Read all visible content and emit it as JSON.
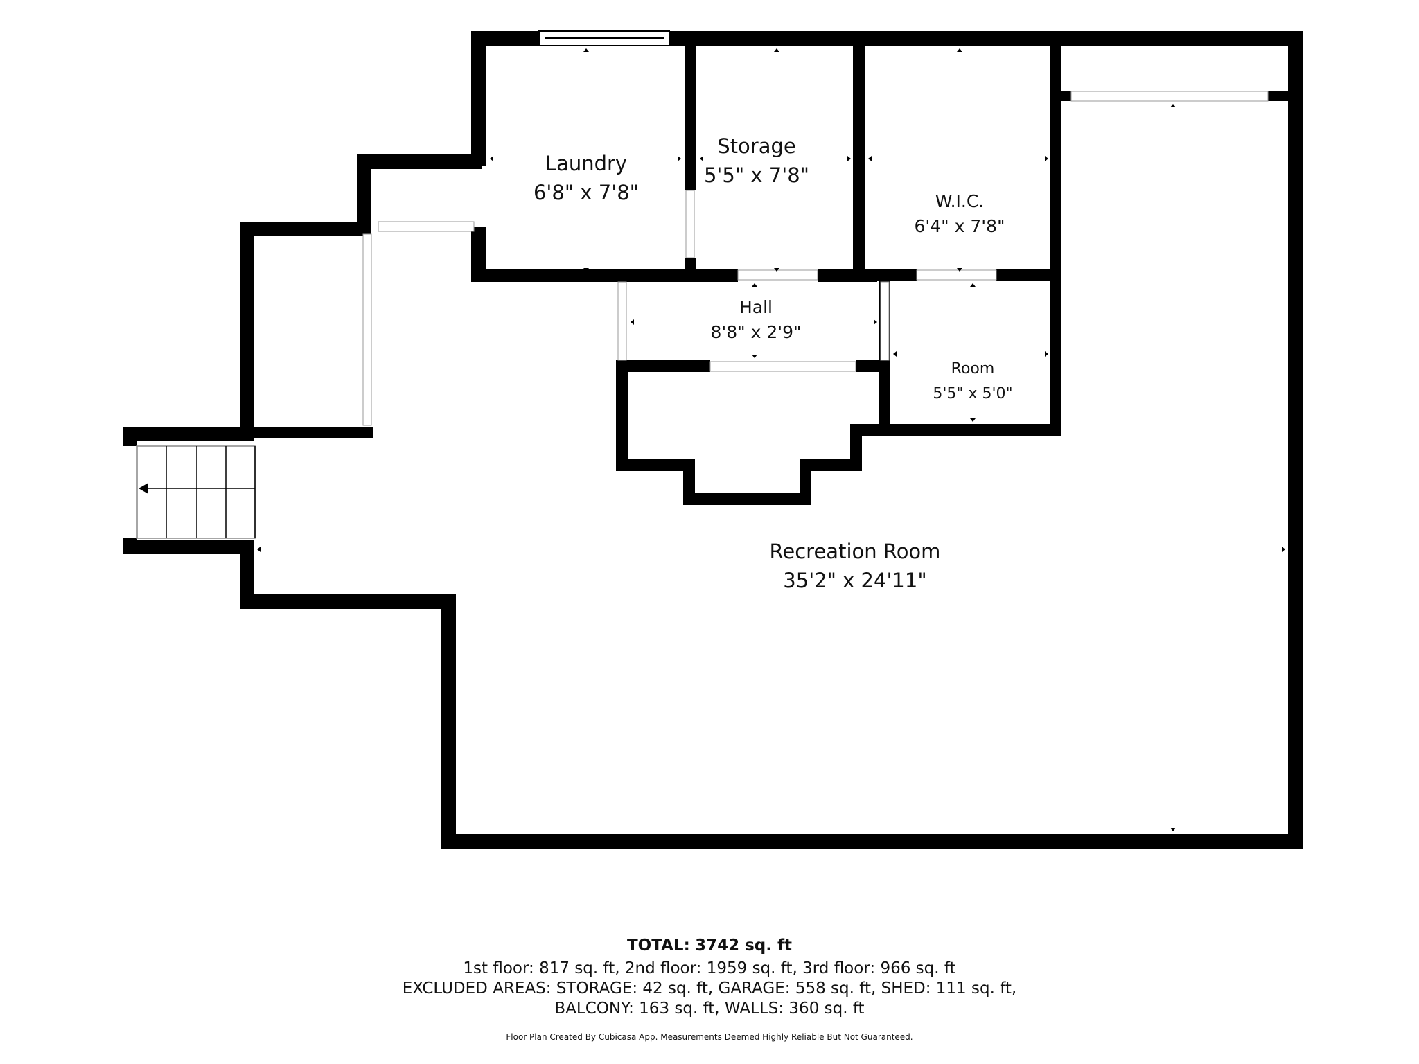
{
  "rooms": {
    "laundry": {
      "name": "Laundry",
      "dims": "6'8\" x 7'8\""
    },
    "storage": {
      "name": "Storage",
      "dims": "5'5\" x 7'8\""
    },
    "wic": {
      "name": "W.I.C.",
      "dims": "6'4\" x 7'8\""
    },
    "hall": {
      "name": "Hall",
      "dims": "8'8\" x 2'9\""
    },
    "room": {
      "name": "Room",
      "dims": "5'5\" x 5'0\""
    },
    "recreation": {
      "name": "Recreation Room",
      "dims": "35'2\" x 24'11\""
    }
  },
  "footer": {
    "total_label": "TOTAL:",
    "total_value": "3742 sq. ft",
    "floors": "1st floor: 817 sq. ft, 2nd floor: 1959 sq. ft, 3rd floor: 966 sq. ft",
    "excluded_1": "EXCLUDED AREAS: STORAGE: 42 sq. ft, GARAGE: 558 sq. ft, SHED: 111 sq. ft,",
    "excluded_2": "BALCONY: 163 sq. ft, WALLS: 360 sq. ft",
    "credit": "Floor Plan Created By Cubicasa App. Measurements Deemed Highly Reliable But Not Guaranteed."
  },
  "colors": {
    "wall": "#000000",
    "background": "#ffffff"
  }
}
